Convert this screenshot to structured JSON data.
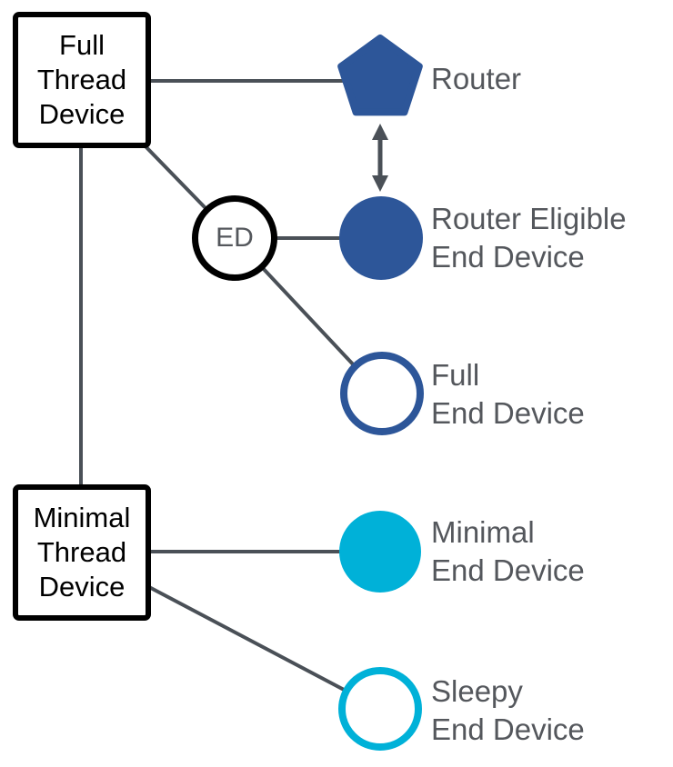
{
  "diagram": {
    "nodes": {
      "full_thread_device": {
        "lines": [
          "Full",
          "Thread",
          "Device"
        ]
      },
      "minimal_thread_device": {
        "lines": [
          "Minimal",
          "Thread",
          "Device"
        ]
      },
      "end_device_badge": {
        "label": "ED"
      },
      "router": {
        "label": "Router"
      },
      "router_eligible_end_device": {
        "lines": [
          "Router Eligible",
          "End Device"
        ]
      },
      "full_end_device": {
        "lines": [
          "Full",
          "End Device"
        ]
      },
      "minimal_end_device": {
        "lines": [
          "Minimal",
          "End Device"
        ]
      },
      "sleepy_end_device": {
        "lines": [
          "Sleepy",
          "End Device"
        ]
      }
    },
    "edges": [
      {
        "from": "full_thread_device",
        "to": "router",
        "style": "plain"
      },
      {
        "from": "full_thread_device",
        "to": "end_device_badge",
        "style": "plain"
      },
      {
        "from": "full_thread_device",
        "to": "minimal_thread_device",
        "style": "plain"
      },
      {
        "from": "end_device_badge",
        "to": "router_eligible_end_device",
        "style": "plain"
      },
      {
        "from": "end_device_badge",
        "to": "full_end_device",
        "style": "plain"
      },
      {
        "from": "minimal_thread_device",
        "to": "minimal_end_device",
        "style": "plain"
      },
      {
        "from": "minimal_thread_device",
        "to": "sleepy_end_device",
        "style": "plain"
      },
      {
        "from": "router",
        "to": "router_eligible_end_device",
        "style": "double-arrow"
      }
    ]
  },
  "colors": {
    "blue": "#2d5699",
    "cyan": "#00b1d8",
    "line": "#4a5057",
    "label_text": "#54575c",
    "shape_outline": "#000000"
  }
}
